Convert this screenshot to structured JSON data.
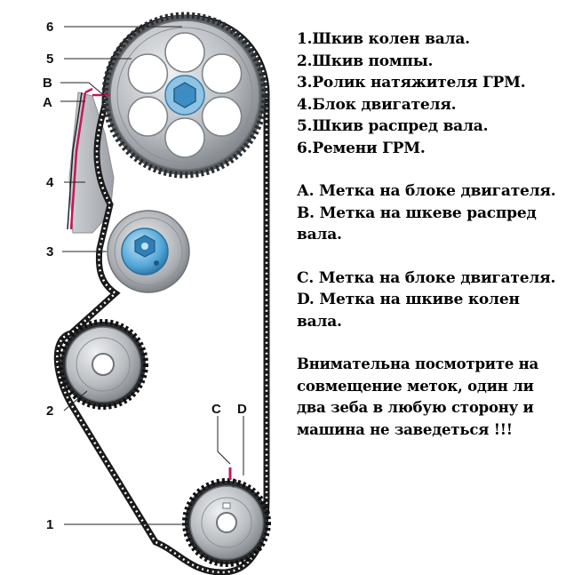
{
  "callouts": {
    "n6": "6",
    "n5": "5",
    "nB": "B",
    "nA": "A",
    "n4": "4",
    "n3": "3",
    "n2": "2",
    "n1": "1",
    "nC": "C",
    "nD": "D"
  },
  "legend": {
    "parts": [
      "1.Шкив колен вала.",
      "2.Шкив помпы.",
      "3.Ролик натяжителя ГРМ.",
      "4.Блок двигателя.",
      "5.Шкив распред вала.",
      "6.Ремени ГРМ."
    ],
    "marks_ab": [
      "А. Метка на блоке двигателя.",
      "B. Метка на шкеве распред вала."
    ],
    "marks_cd": [
      "С. Метка на блоке двигателя.",
      "D. Метка на шкиве колен вала."
    ],
    "note": "Внимательна посмотрите на совмещение меток, один ли два зеба в любую сторону и машина не заведеться !!!"
  },
  "colors": {
    "belt": "#1a1a1a",
    "pulley_metal": "#b9bcc0",
    "pulley_dark": "#6f7479",
    "tensioner_blue": "#4fa3d6",
    "mark_red": "#c2185b"
  }
}
